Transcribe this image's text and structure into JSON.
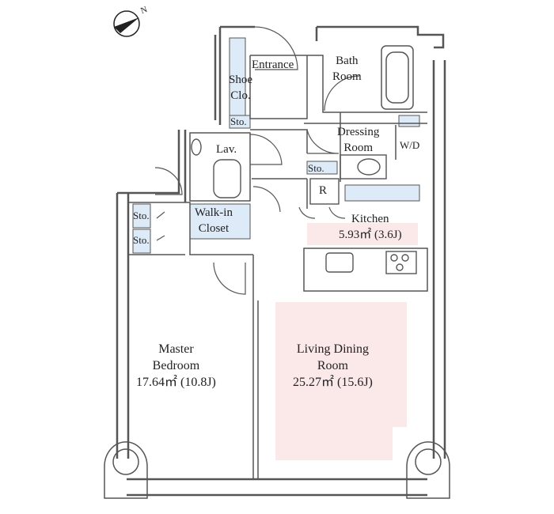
{
  "rooms": {
    "entrance": {
      "name": "Entrance"
    },
    "bath": {
      "name_line1": "Bath",
      "name_line2": "Room"
    },
    "shoe_closet": {
      "name_line1": "Shoe",
      "name_line2": "Clo."
    },
    "storage_entrance": {
      "name": "Sto."
    },
    "dressing": {
      "name_line1": "Dressing",
      "name_line2": "Room"
    },
    "washer_dryer": {
      "name": "W/D"
    },
    "lavatory": {
      "name": "Lav."
    },
    "storage_dressing": {
      "name": "Sto."
    },
    "refrigerator": {
      "name": "R"
    },
    "kitchen": {
      "name": "Kitchen",
      "area": "5.93㎡ (3.6J)"
    },
    "walk_in_closet": {
      "name_line1": "Walk-in",
      "name_line2": "Closet"
    },
    "storage_1": {
      "name": "Sto."
    },
    "storage_2": {
      "name": "Sto."
    },
    "master_bedroom": {
      "name_line1": "Master",
      "name_line2": "Bedroom",
      "area": "17.64㎡ (10.8J)"
    },
    "living_dining": {
      "name_line1": "Living Dining",
      "name_line2": "Room",
      "area": "25.27㎡ (15.6J)"
    }
  },
  "compass": {
    "label": "N"
  },
  "colors": {
    "wall": "#555555",
    "closet_fill": "#dcebf7",
    "living_fill": "#fbe9ea",
    "kitchen_fill": "#fbe9ea"
  }
}
